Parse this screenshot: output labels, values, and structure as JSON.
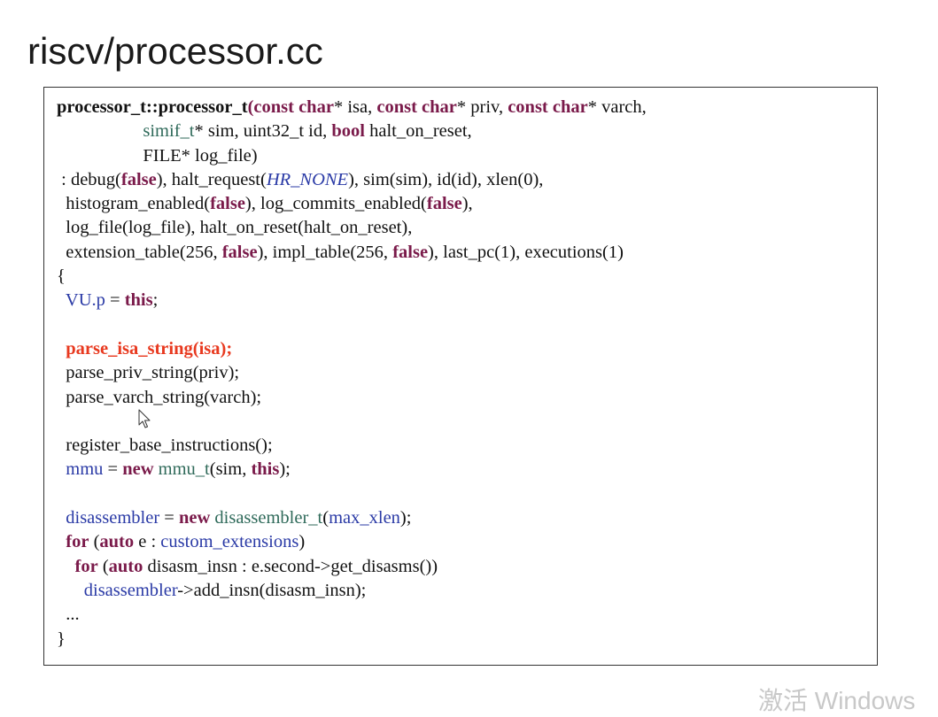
{
  "title": "riscv/processor.cc",
  "code": {
    "l1": {
      "sig_bold": "processor_t::processor_t",
      "paren": "(",
      "kw1": "const char",
      "t1": "* isa, ",
      "kw2": "const char",
      "t2": "* priv, ",
      "kw3": "const char",
      "t3": "* varch,"
    },
    "l2": {
      "indent": "                   ",
      "type1": "simif_t",
      "t1": "* sim, uint32_t id, ",
      "kw1": "bool",
      "t2": " halt_on_reset,"
    },
    "l3": {
      "text": "                   FILE* log_file)"
    },
    "l4": {
      "t1": " : debug(",
      "kw1": "false",
      "t2": "), halt_request(",
      "ital": "HR_NONE",
      "t3": "), sim(sim), id(id), xlen(0),"
    },
    "l5": {
      "t1": "  histogram_enabled(",
      "kw1": "false",
      "t2": "), log_commits_enabled(",
      "kw2": "false",
      "t3": "),"
    },
    "l6": {
      "text": "  log_file(log_file), halt_on_reset(halt_on_reset),"
    },
    "l7": {
      "t1": "  extension_table(256, ",
      "kw1": "false",
      "t2": "), impl_table(256, ",
      "kw2": "false",
      "t3": "), last_pc(1), executions(1)"
    },
    "l8": {
      "text": "{"
    },
    "l9": {
      "indent": "  ",
      "fn": "VU.p",
      "t1": " = ",
      "kw1": "this",
      "t2": ";"
    },
    "l11": {
      "indent": "  ",
      "hl": "parse_isa_string(isa);"
    },
    "l12": {
      "text": "  parse_priv_string(priv);"
    },
    "l13": {
      "text": "  parse_varch_string(varch);"
    },
    "l15": {
      "text": "  register_base_instructions();"
    },
    "l16": {
      "indent": "  ",
      "fn": "mmu",
      "t1": " = ",
      "kw1": "new",
      "t2": " ",
      "type1": "mmu_t",
      "t3": "(sim, ",
      "kw2": "this",
      "t4": ");"
    },
    "l18": {
      "indent": "  ",
      "fn1": "disassembler",
      "t1": " = ",
      "kw1": "new",
      "t2": " ",
      "type1": "disassembler_t",
      "t3": "(",
      "fn2": "max_xlen",
      "t4": ");"
    },
    "l19": {
      "indent": "  ",
      "kw1": "for",
      "t1": " (",
      "kw2": "auto",
      "t2": " e : ",
      "fn": "custom_extensions",
      "t3": ")"
    },
    "l20": {
      "indent": "    ",
      "kw1": "for",
      "t1": " (",
      "kw2": "auto",
      "t2": " disasm_insn : e.second->get_disasms())"
    },
    "l21": {
      "indent": "      ",
      "fn": "disassembler",
      "t1": "->add_insn(disasm_insn);"
    },
    "l22": {
      "text": "  ..."
    },
    "l23": {
      "text": "}"
    }
  },
  "watermark": "激活 Windows",
  "colors": {
    "keyword": "#7a1a4a",
    "type": "#2f6a5a",
    "identifier": "#2a3aa6",
    "highlight": "#e8391f",
    "text": "#111111",
    "border": "#333333"
  }
}
